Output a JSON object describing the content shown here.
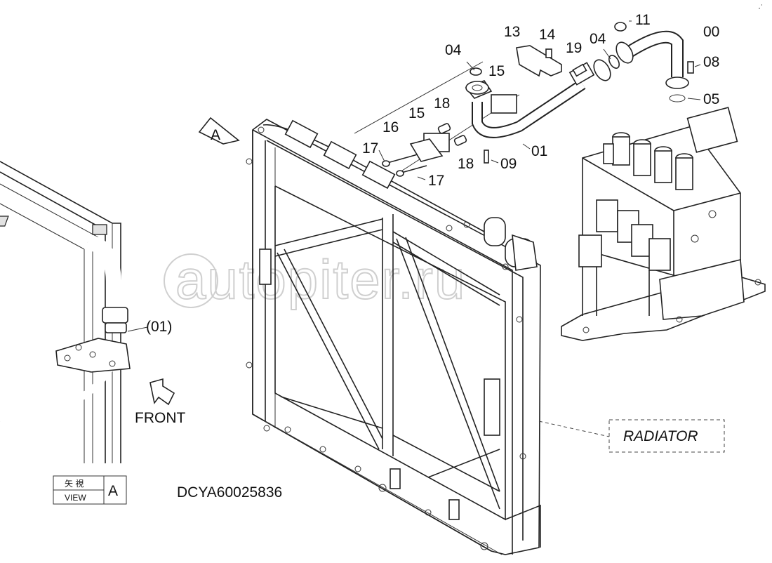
{
  "diagram": {
    "drawing_code": "DCYA60025836",
    "view_marker": "A",
    "front_label": "FRONT",
    "view_box": {
      "kanji": "矢 視",
      "view": "VIEW",
      "letter": "A"
    },
    "callout_ref": "(01)",
    "radiator_label": "RADIATOR",
    "watermark": "autopiter.ru",
    "corner_mark": "·˙",
    "part_numbers": {
      "p00": "00",
      "p01": "01",
      "p04a": "04",
      "p04b": "04",
      "p05": "05",
      "p08": "08",
      "p09": "09",
      "p11": "11",
      "p13": "13",
      "p14": "14",
      "p15a": "15",
      "p15b": "15",
      "p16": "16",
      "p17a": "17",
      "p17b": "17",
      "p18a": "18",
      "p18b": "18",
      "p19": "19"
    }
  }
}
